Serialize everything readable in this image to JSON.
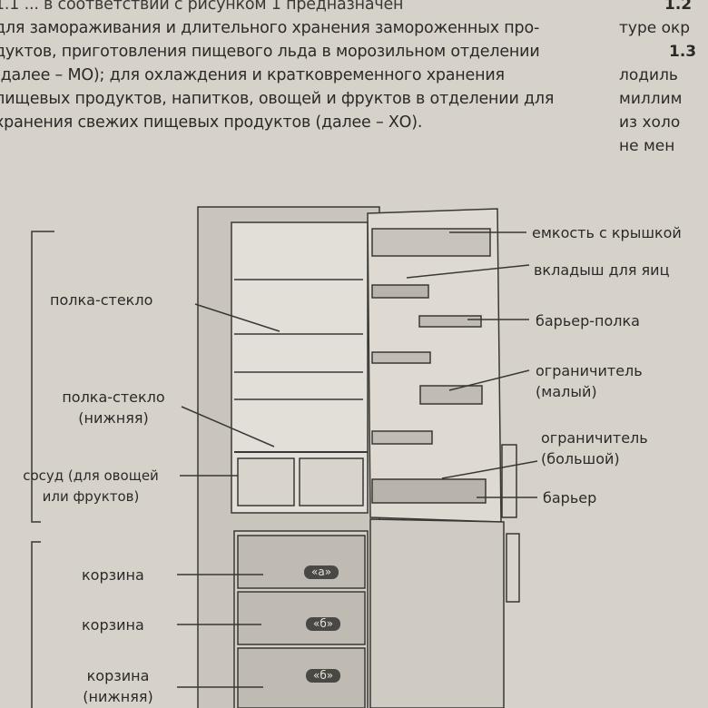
{
  "text": {
    "lines": [
      "1.1 ... в соответствии с рисунком 1 предназначен",
      "для замораживания и длительного хранения замороженных про-",
      "дуктов, приготовления пищевого льда в морозильном отделении",
      "(далее – МО); для охлаждения и кратковременного хранения",
      "пищевых продуктов, напитков, овощей и фруктов в отделении для",
      "хранения свежих пищевых продуктов (далее – ХО)."
    ],
    "side_lines": [
      "1.2",
      "туре окр",
      "1.3",
      "лодиль",
      "миллим",
      "из холо",
      "не мен"
    ]
  },
  "figure": {
    "left_labels": {
      "shelf_glass": "полка-стекло",
      "shelf_glass_lower_1": "полка-стекло",
      "shelf_glass_lower_2": "(нижняя)",
      "vessel_1": "сосуд (для овощей",
      "vessel_2": "или фруктов)",
      "basket_a": "корзина",
      "basket_b": "корзина",
      "basket_lower_1": "корзина",
      "basket_lower_2": "(нижняя)"
    },
    "basket_tags": [
      "«а»",
      "«б»",
      "«б»"
    ],
    "right_labels": {
      "container_lid": "емкость с крышкой",
      "egg_insert": "вкладыш для яиц",
      "barrier_shelf": "барьер-полка",
      "limiter_small_1": "ограничитель",
      "limiter_small_2": "(малый)",
      "limiter_large_1": "ограничитель",
      "limiter_large_2": "(большой)",
      "barrier": "барьер"
    }
  }
}
